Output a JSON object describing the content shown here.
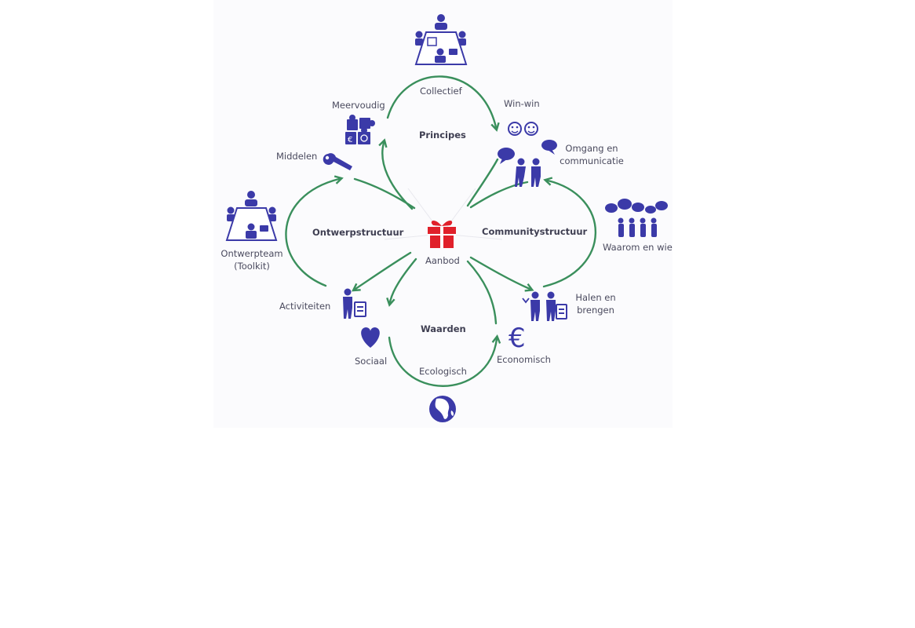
{
  "colors": {
    "icon_blue": "#3b3aa8",
    "arrow_green": "#3a8f5c",
    "gift_red": "#e0202a",
    "text": "#4a4a5e"
  },
  "center": {
    "label": "Aanbod",
    "icon": "gift-icon"
  },
  "lobes": {
    "top": "Principes",
    "left": "Ontwerpstructuur",
    "right": "Communitystructuur",
    "bottom": "Waarden"
  },
  "items": {
    "collectief": {
      "label": "Collectief",
      "icon": "meeting-table-icon"
    },
    "win_win": {
      "label": "Win-win",
      "icon": "smiley-faces-icon"
    },
    "meervoudig": {
      "label": "Meervoudig",
      "icon": "puzzle-icon"
    },
    "middelen": {
      "label": "Middelen",
      "icon": "wrench-icon"
    },
    "omgang": {
      "label_line1": "Omgang en",
      "label_line2": "communicatie",
      "icon": "people-talking-icon"
    },
    "ontwerpteam": {
      "label_line1": "Ontwerpteam",
      "label_line2": "(Toolkit)",
      "icon": "team-table-icon"
    },
    "waarom": {
      "label": "Waarom en wie",
      "icon": "group-speech-icon"
    },
    "activiteiten": {
      "label": "Activiteiten",
      "icon": "person-document-icon"
    },
    "halen": {
      "label_line1": "Halen en",
      "label_line2": "brengen",
      "icon": "people-exchange-icon"
    },
    "sociaal": {
      "label": "Sociaal",
      "icon": "heart-icon"
    },
    "economisch": {
      "label": "Economisch",
      "icon": "euro-icon",
      "glyph": "€"
    },
    "ecologisch": {
      "label": "Ecologisch",
      "icon": "globe-icon"
    }
  }
}
